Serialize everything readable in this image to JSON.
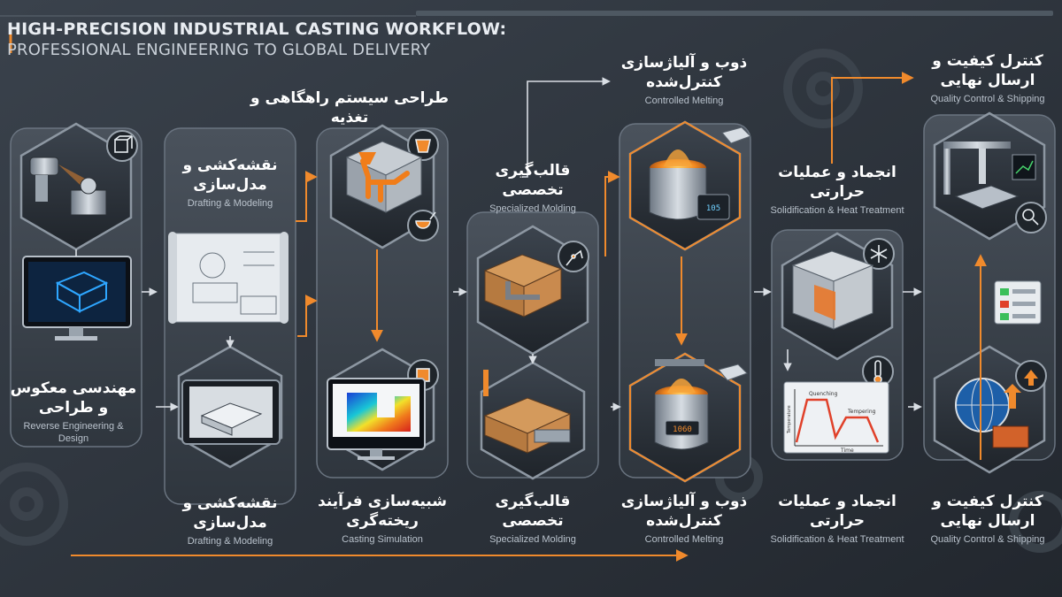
{
  "header": {
    "title_line1": "HIGH-PRECISION INDUSTRIAL CASTING WORKFLOW:",
    "title_line2": "PROFESSIONAL ENGINEERING TO GLOBAL DELIVERY"
  },
  "steps": {
    "reverse": {
      "fa": "مهندسی معکوس و طراحی",
      "en": "Reverse Engineering & Design"
    },
    "draft_top": {
      "fa": "نقشه‌کشی و مدل‌سازی",
      "en": "Drafting & Modeling"
    },
    "draft_bottom": {
      "fa": "نقشه‌کشی و مدل‌سازی",
      "en": "Drafting & Modeling"
    },
    "gating": {
      "fa": "طراحی سیستم راهگاهی و تغذیه"
    },
    "simulation": {
      "fa": "شبیه‌سازی فرآیند ریخته‌گری",
      "en": "Casting Simulation"
    },
    "mold_top": {
      "fa": "قالب‌گیری تخصصی",
      "en": "Specialized Molding"
    },
    "mold_bottom": {
      "fa": "قالب‌گیری تخصصی",
      "en": "Specialized Molding"
    },
    "melt_top": {
      "fa": "ذوب و آلیاژسازی کنترل‌شده",
      "en": "Controlled Melting"
    },
    "melt_bottom": {
      "fa": "ذوب و آلیاژسازی کنترل‌شده",
      "en": "Controlled Melting"
    },
    "heat_top": {
      "fa": "انجماد و عملیات حرارتی",
      "en": "Solidification & Heat Treatment"
    },
    "heat_bottom": {
      "fa": "انجماد و عملیات حرارتی",
      "en": "Solidification & Heat Treatment"
    },
    "qc_top": {
      "fa": "کنترل کیفیت و ارسال نهایی",
      "en": "Quality Control & Shipping"
    },
    "qc_bottom": {
      "fa": "کنترل کیفیت و ارسال نهایی",
      "en": "Quality Control & Shipping"
    }
  },
  "heat_graph": {
    "quench": "Quenching",
    "temper": "Tempering",
    "time": "Time",
    "ylabel": "Temperature"
  },
  "melt_display": {
    "top": "105",
    "bottom": "1060"
  },
  "colors": {
    "accent": "#f08a2c",
    "panel": "#39414b",
    "hex": "#262c33"
  }
}
